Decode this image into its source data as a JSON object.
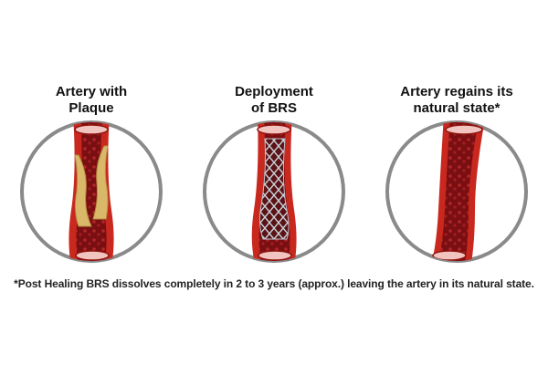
{
  "panels": [
    {
      "title": "Artery with\nPlaque",
      "state": "plaque"
    },
    {
      "title": "Deployment\nof BRS",
      "state": "scaffold"
    },
    {
      "title": "Artery regains its\nnatural state*",
      "state": "healed"
    }
  ],
  "footnote": "*Post Healing BRS dissolves completely in 2 to 3 years (approx.) leaving the artery in its natural state.",
  "colors": {
    "ring": "#8a8a8a",
    "vessel_wall": "#c8281e",
    "vessel_wall_dark": "#8e1510",
    "blood": "#7a0f12",
    "blood_cell": "#b0262a",
    "plaque": "#d9b86a",
    "plaque_edge": "#b8913f",
    "scaffold": "#b9c3cc",
    "lumen_end": "#f2c4c0"
  }
}
